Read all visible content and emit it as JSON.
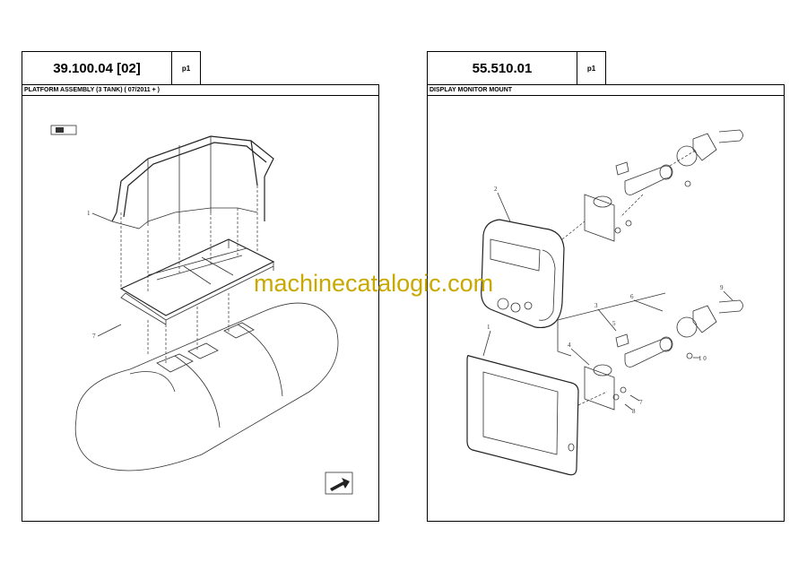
{
  "left_page": {
    "code": "39.100.04 [02]",
    "page": "p1",
    "title": "PLATFORM ASSEMBLY (3 TANK) ( 07/2011 + )"
  },
  "right_page": {
    "code": "55.510.01",
    "page": "p1",
    "title": "DISPLAY MONITOR MOUNT",
    "callouts": [
      "1",
      "2",
      "3",
      "4",
      "5",
      "6",
      "7",
      "8",
      "9",
      "1 0"
    ]
  },
  "watermark": "machinecatalogic.com"
}
